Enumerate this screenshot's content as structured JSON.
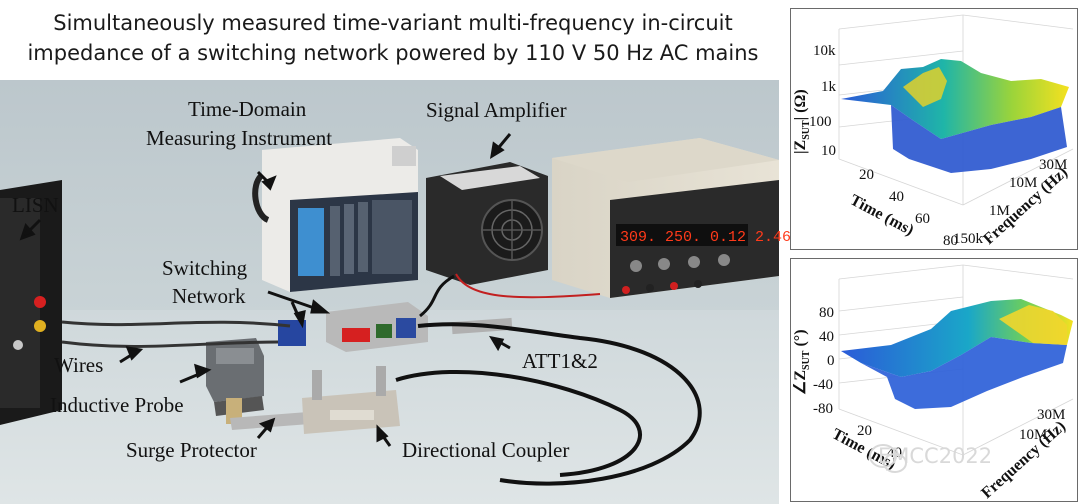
{
  "title": {
    "line1": "Simultaneously measured time-variant multi-frequency in-circuit",
    "line2": "impedance of a switching network powered by 110 V 50 Hz AC mains"
  },
  "photo_labels": {
    "time_domain_1": "Time-Domain",
    "time_domain_2": "Measuring Instrument",
    "signal_amplifier": "Signal Amplifier",
    "lisn": "LISN",
    "switching_1": "Switching",
    "switching_2": "Network",
    "wires": "Wires",
    "inductive_probe": "Inductive Probe",
    "att": "ATT1&2",
    "surge_protector": "Surge Protector",
    "directional_coupler": "Directional Coupler"
  },
  "instrument_display": {
    "readout": "309. 250.  0.12  2.46"
  },
  "plot_magnitude": {
    "z_ticks": [
      "10k",
      "1k",
      "100",
      "10"
    ],
    "z_label_sym": "|Z",
    "z_label_sub": "SUT",
    "z_label_unit": "| (Ω)",
    "time_ticks": [
      "20",
      "40",
      "60",
      "80"
    ],
    "time_label": "Time (ms)",
    "freq_ticks": [
      "30M",
      "10M",
      "1M",
      "150k"
    ],
    "freq_label": "Frequency (Hz)"
  },
  "plot_phase": {
    "z_ticks": [
      "80",
      "40",
      "0",
      "-40",
      "-80"
    ],
    "z_label_sym": "∠Z",
    "z_label_sub": "SUT",
    "z_label_unit": " (°)",
    "time_ticks": [
      "20",
      "40"
    ],
    "time_label": "Time (ms)",
    "freq_ticks": [
      "30M",
      "10M"
    ],
    "freq_label": "Frequency (Hz)"
  },
  "watermark": "EMCC2022",
  "colors": {
    "surface_low": "#2b5bd8",
    "surface_mid": "#1fb5a8",
    "surface_high": "#f5e11f"
  }
}
